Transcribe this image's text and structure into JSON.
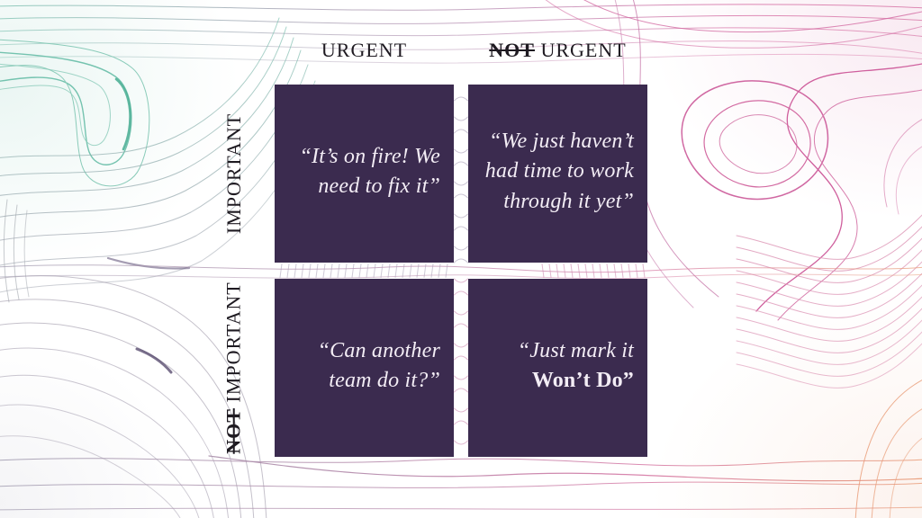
{
  "axes": {
    "col_urgent": "URGENT",
    "col_not": "NOT",
    "col_urgent2": "URGENT",
    "row_important": "IMPORTANT",
    "row_not": "NOT",
    "row_important2": "IMPORTANT"
  },
  "quadrants": {
    "urgent_important": {
      "lines": [
        "“It’s on fire! We",
        "need to fix it”"
      ]
    },
    "not_urgent_important": {
      "lines": [
        "“We just haven’t",
        "had time to work",
        "through it yet”"
      ]
    },
    "urgent_not_important": {
      "lines": [
        "“Can another",
        "team do it?”"
      ]
    },
    "not_urgent_not_important": {
      "quote_open": "“Just mark it",
      "emphasis": "Won’t Do”"
    }
  },
  "colors": {
    "quadrant_bg": "#3b2b4f",
    "quadrant_text": "#f3edf5",
    "label_text": "#1e1a21",
    "contour_teal": "#7cc5b2",
    "contour_gray": "#9aa2ac",
    "contour_pink": "#d36ba2",
    "contour_magenta": "#c84e92",
    "contour_orange": "#e89a74"
  }
}
